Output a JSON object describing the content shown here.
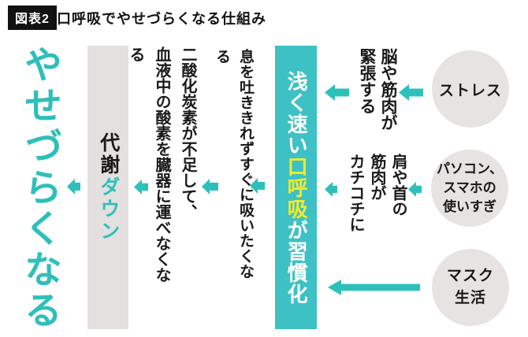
{
  "header": {
    "tag": "図表2",
    "title": "口呼吸でやせづらくなる仕組み"
  },
  "causes": [
    {
      "label": "ストレス"
    },
    {
      "label": "パソコン、\nスマホの\n使いすぎ"
    },
    {
      "label": "マスク\n生活"
    }
  ],
  "effects": [
    {
      "text": "脳や筋肉が\n緊張する"
    },
    {
      "text": "肩や首の\n筋肉が\nカチコチに"
    }
  ],
  "habit_bar": {
    "pre": "浅く速い",
    "highlight": "口呼吸",
    "post": "が習慣化"
  },
  "steps": [
    {
      "text": "息を吐ききれずすぐに吸いたくなる"
    },
    {
      "text": "二酸化炭素が不足して、\n血液中の酸素を臓器に運べなくなる"
    }
  ],
  "metabolism": {
    "black": "代謝",
    "teal": "ダウン"
  },
  "result": "やせづらくなる",
  "icons": {
    "flow_arrow": "left-arrow ◀"
  },
  "colors": {
    "teal_accent": "#2fbfba",
    "teal_bar": "#3ec1c4",
    "arrow_teal": "#2dc0ba",
    "highlight_yellow": "#f2ea2b",
    "gray_bar": "#e3e0df",
    "gray_circle": "#e6e3e2",
    "text_black": "#1a1a1a",
    "tag_bg": "#121212"
  }
}
